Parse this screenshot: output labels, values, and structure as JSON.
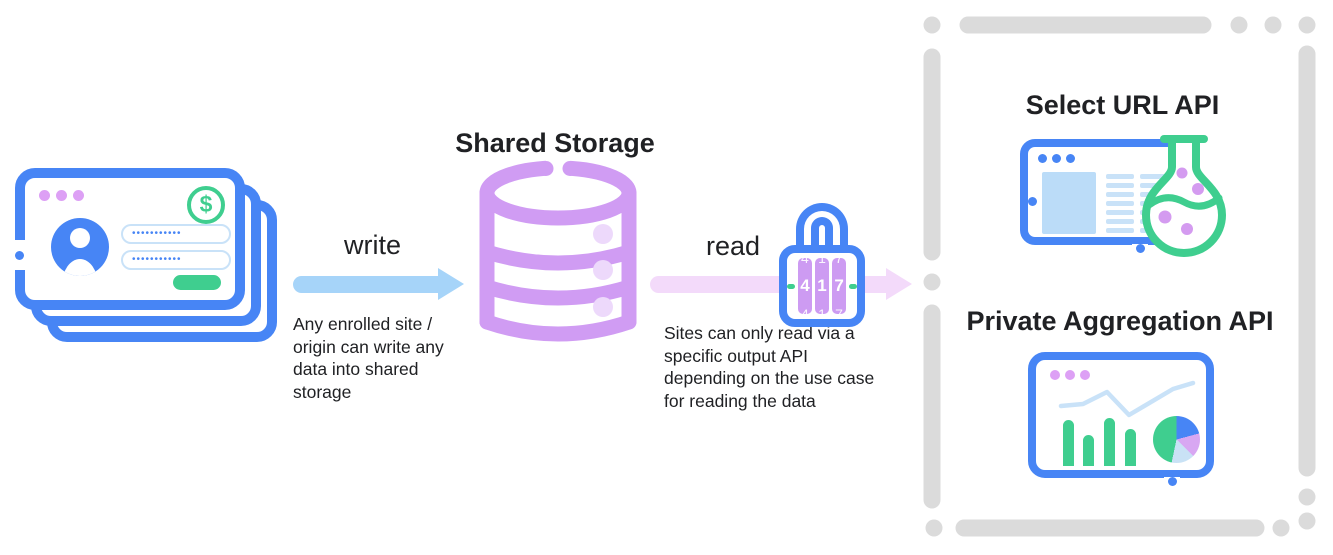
{
  "colors": {
    "blue": "#4785F5",
    "green": "#3FCE8F",
    "db_purple": "#D09CF3",
    "lavender_dots": "#DDA0F5",
    "write_arrow_blue": "#A6D4F9",
    "read_arrow_pink": "#F3DAFA",
    "dash_gray": "#DBDBDB",
    "text_dark": "#202124",
    "pale_blue_fill": "#BBDCF8",
    "pale_blue_line": "#C9E2F8",
    "pale_purple_dot": "#EDD9FB",
    "dial_purple": "#CD9BF2"
  },
  "source_window": {
    "dollar_symbol": "$",
    "password_value": "•••••••••••"
  },
  "write_flow": {
    "label": "write",
    "caption": "Any enrolled site /\norigin can write any\ndata into shared\nstorage"
  },
  "storage": {
    "title": "Shared Storage"
  },
  "read_flow": {
    "label": "read",
    "caption": "Sites can only read via a\nspecific output API\ndepending on the use case\nfor reading the data"
  },
  "lock": {
    "digits": [
      "4",
      "1",
      "7"
    ]
  },
  "output_panel": {
    "select_url": {
      "title": "Select URL API"
    },
    "private_aggregation": {
      "title": "Private Aggregation API"
    }
  }
}
